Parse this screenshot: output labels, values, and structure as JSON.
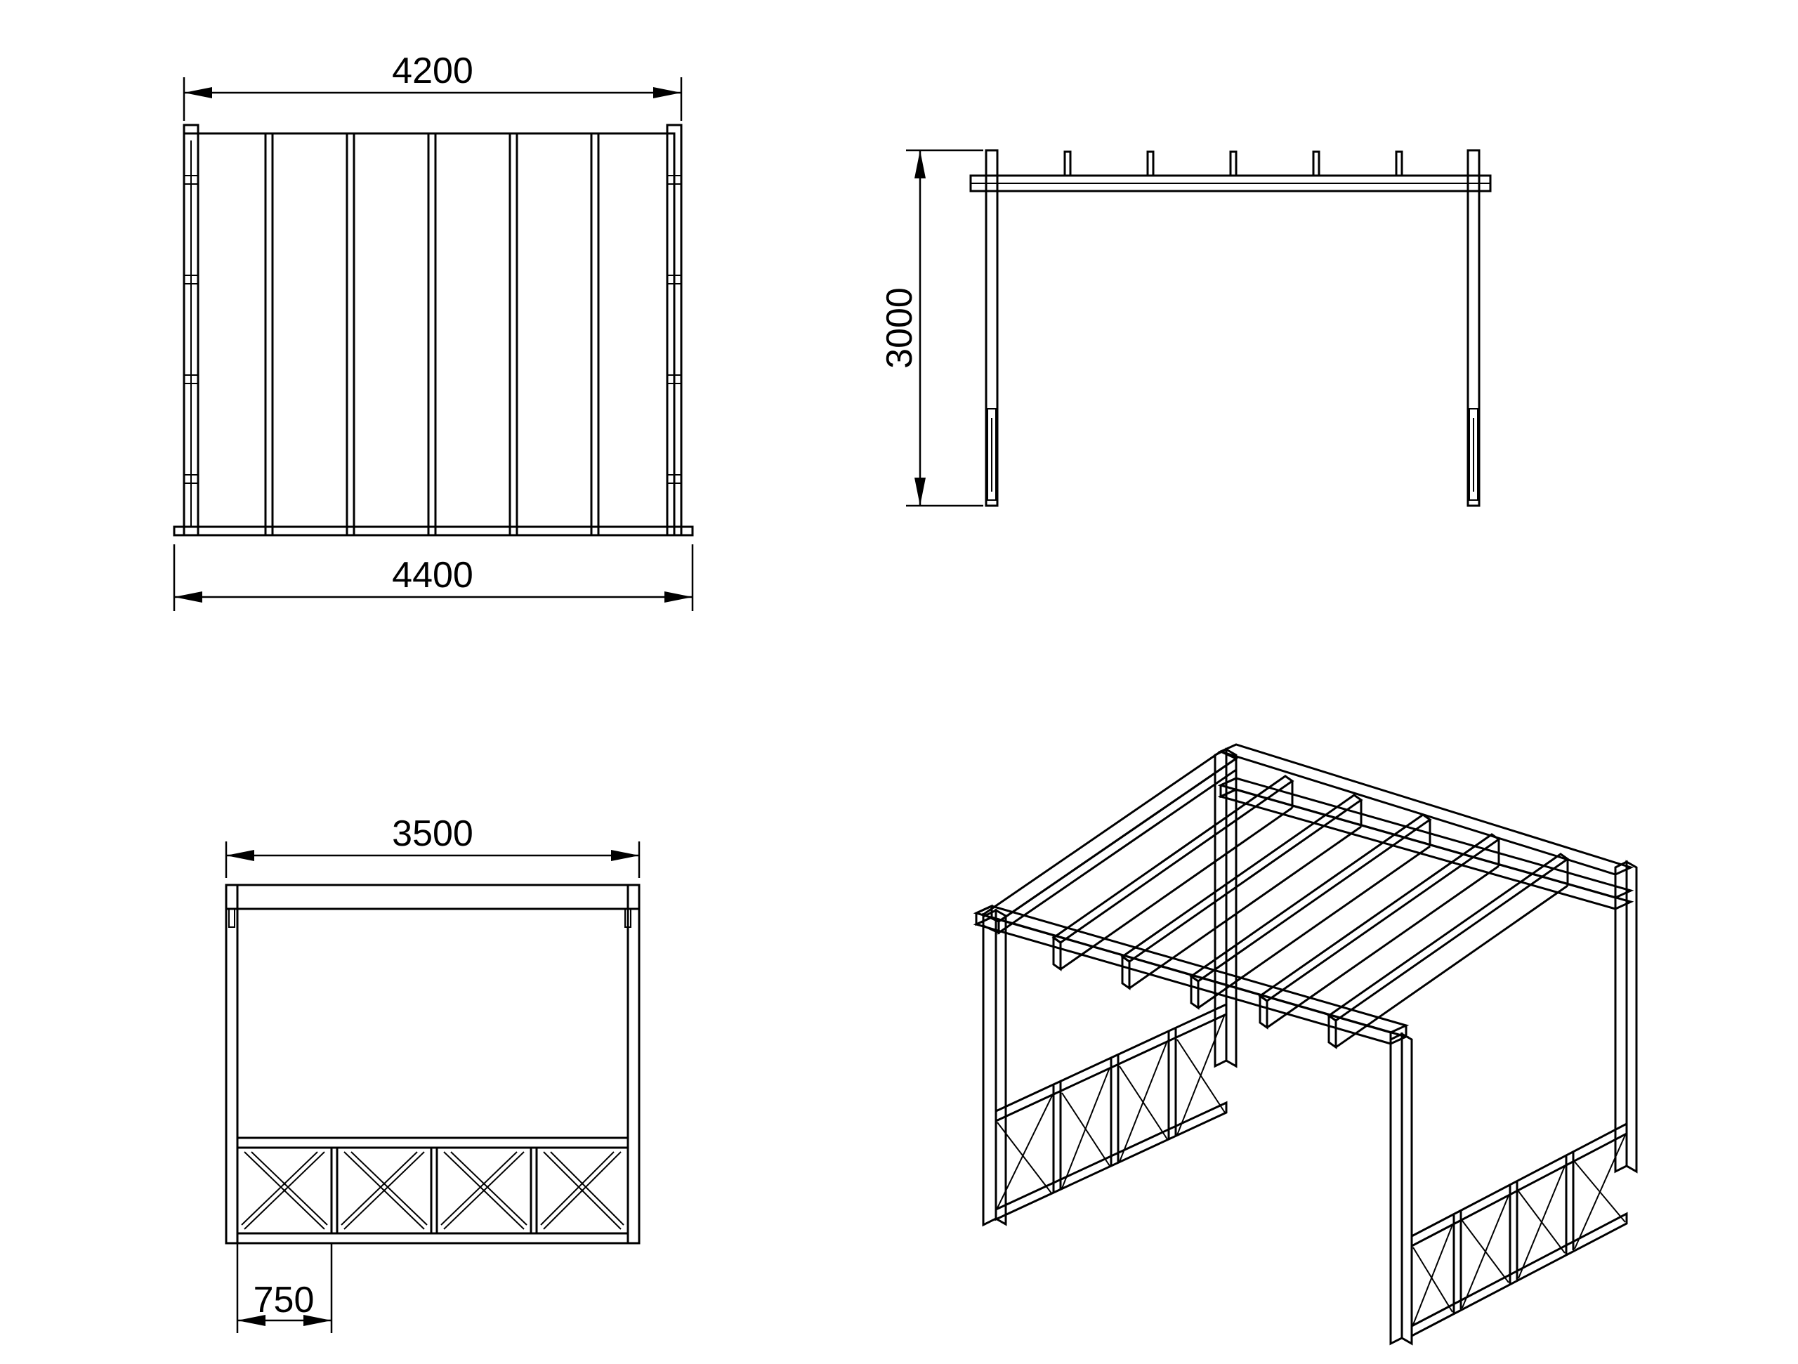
{
  "top_view": {
    "dim_top": "4200",
    "dim_bottom": "4400"
  },
  "side_view": {
    "dim_height": "3000"
  },
  "front_view": {
    "dim_width": "3500",
    "dim_panel": "750"
  }
}
